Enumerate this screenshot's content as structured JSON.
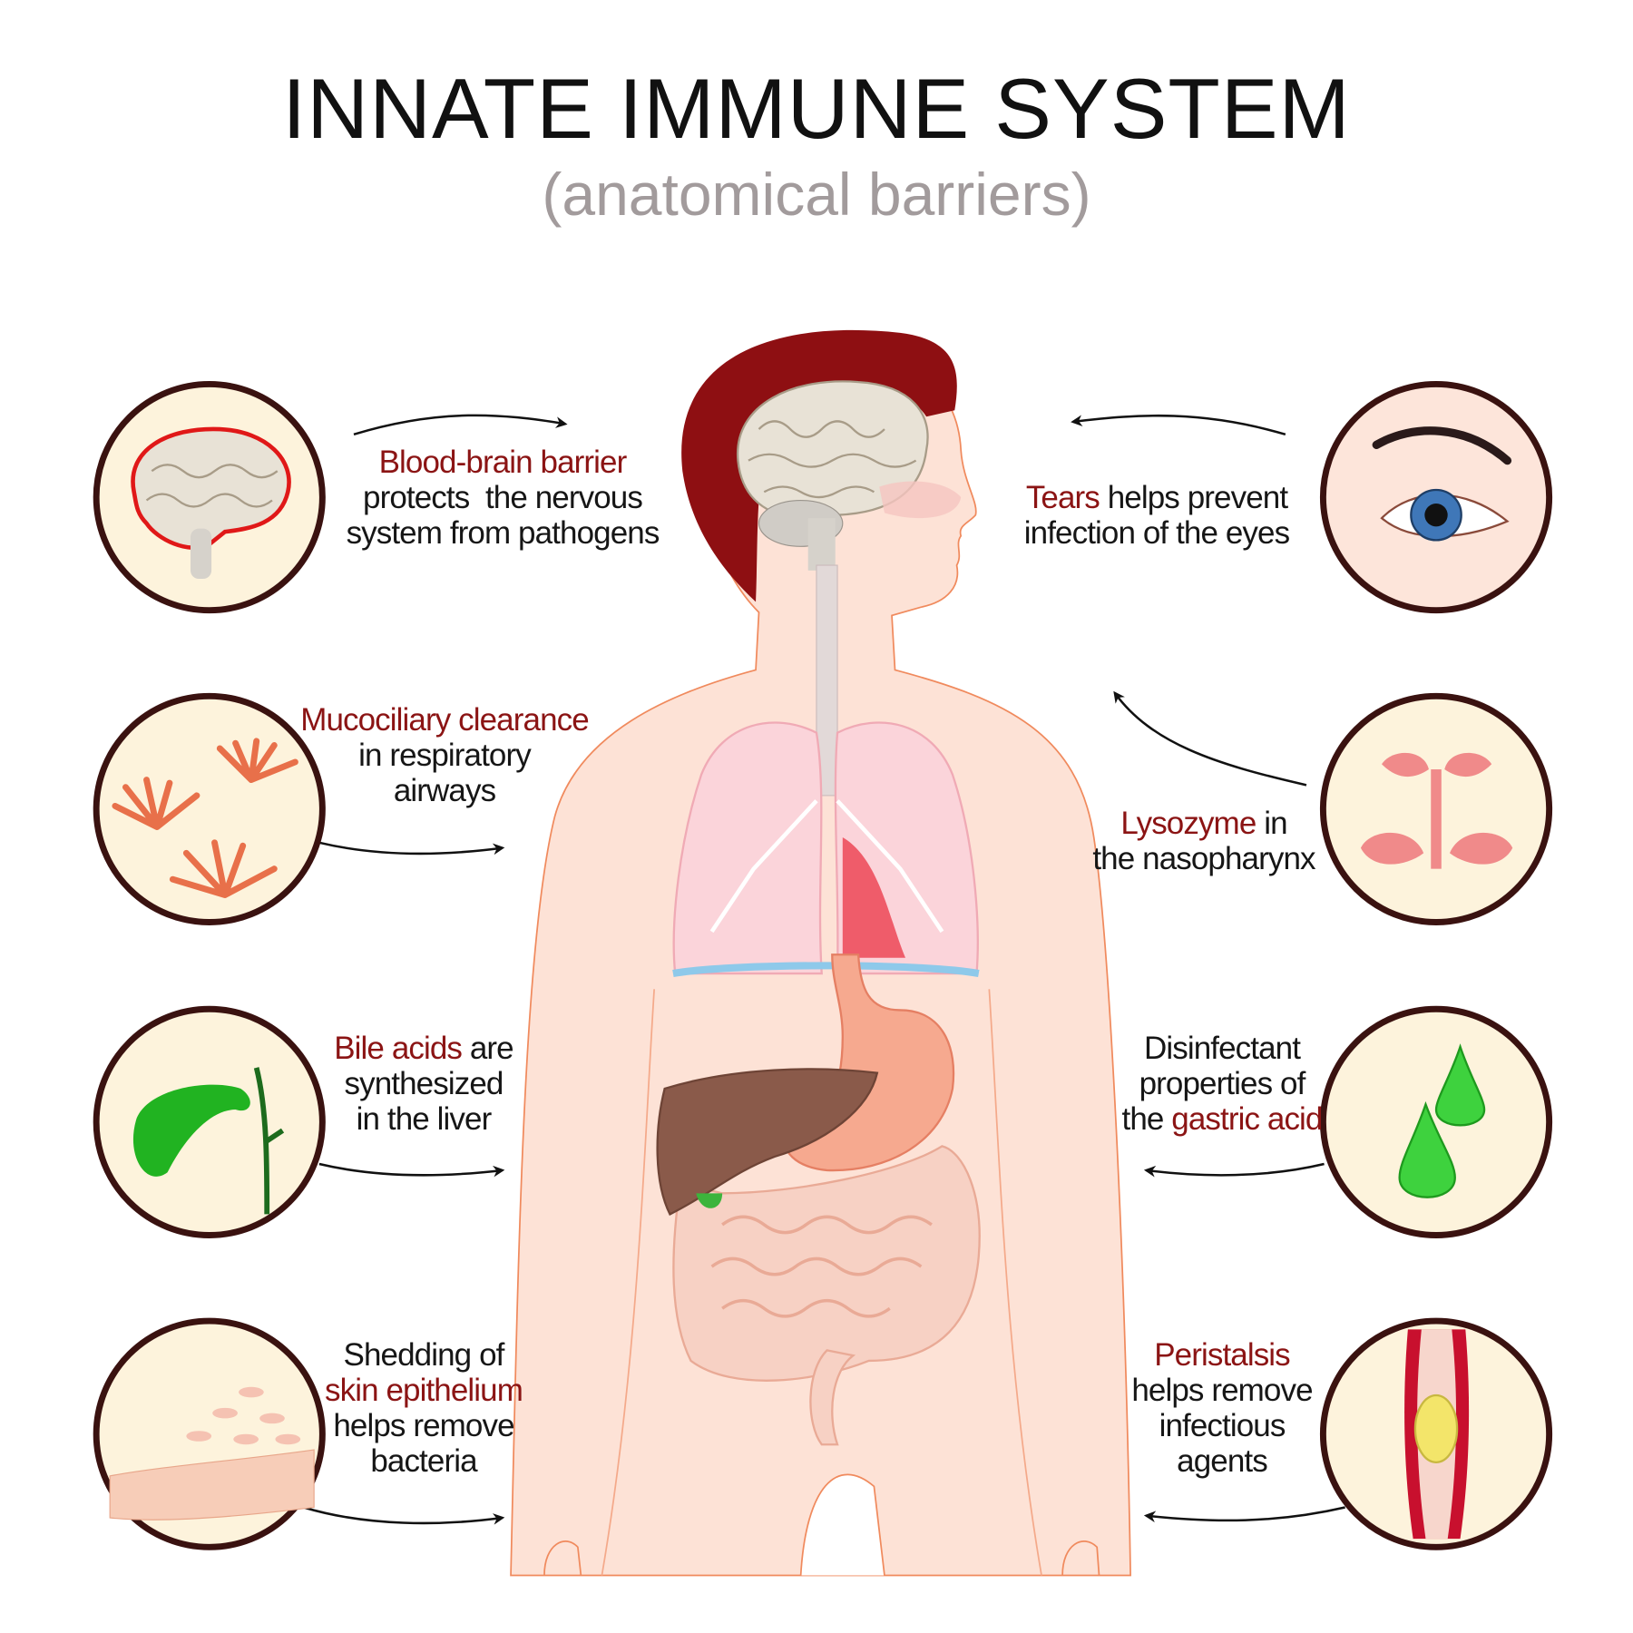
{
  "title": "INNATE IMMUNE SYSTEM",
  "subtitle": "(anatomical barriers)",
  "colors": {
    "highlight": "#8b1414",
    "text": "#161616",
    "subtitle": "#a29b9c",
    "hair": "#8e0f12",
    "skin": "#fde2d6",
    "circle_border": "#3a1210",
    "circle_fill": "#fdf3dc"
  },
  "barriers": [
    {
      "icon": "brain-icon",
      "lines": [
        [
          {
            "t": "Blood-brain barrier",
            "hl": true
          }
        ],
        [
          {
            "t": "protects  the nervous"
          }
        ],
        [
          {
            "t": "system from pathogens"
          }
        ]
      ]
    },
    {
      "icon": "cilia-icon",
      "lines": [
        [
          {
            "t": "Mucociliary clearance",
            "hl": true
          }
        ],
        [
          {
            "t": "in respiratory"
          }
        ],
        [
          {
            "t": "airways"
          }
        ]
      ]
    },
    {
      "icon": "gallbladder-icon",
      "lines": [
        [
          {
            "t": "Bile acids",
            "hl": true
          },
          {
            "t": " are"
          }
        ],
        [
          {
            "t": "synthesized"
          }
        ],
        [
          {
            "t": "in the liver"
          }
        ]
      ]
    },
    {
      "icon": "skin-icon",
      "lines": [
        [
          {
            "t": "Shedding of"
          }
        ],
        [
          {
            "t": "skin epithelium",
            "hl": true
          }
        ],
        [
          {
            "t": "helps remove"
          }
        ],
        [
          {
            "t": "bacteria"
          }
        ]
      ]
    },
    {
      "icon": "eye-icon",
      "lines": [
        [
          {
            "t": "Tears",
            "hl": true
          },
          {
            "t": " helps prevent"
          }
        ],
        [
          {
            "t": "infection of the eyes"
          }
        ]
      ]
    },
    {
      "icon": "nasopharynx-icon",
      "lines": [
        [
          {
            "t": "Lysozyme",
            "hl": true
          },
          {
            "t": " in"
          }
        ],
        [
          {
            "t": "the nasopharynx"
          }
        ]
      ]
    },
    {
      "icon": "acid-drops-icon",
      "lines": [
        [
          {
            "t": "Disinfectant"
          }
        ],
        [
          {
            "t": "properties of"
          }
        ],
        [
          {
            "t": "the "
          },
          {
            "t": "gastric acid",
            "hl": true
          }
        ]
      ]
    },
    {
      "icon": "intestine-tube-icon",
      "lines": [
        [
          {
            "t": "Peristalsis",
            "hl": true
          }
        ],
        [
          {
            "t": "helps remove"
          }
        ],
        [
          {
            "t": "infectious"
          }
        ],
        [
          {
            "t": "agents"
          }
        ]
      ]
    }
  ]
}
